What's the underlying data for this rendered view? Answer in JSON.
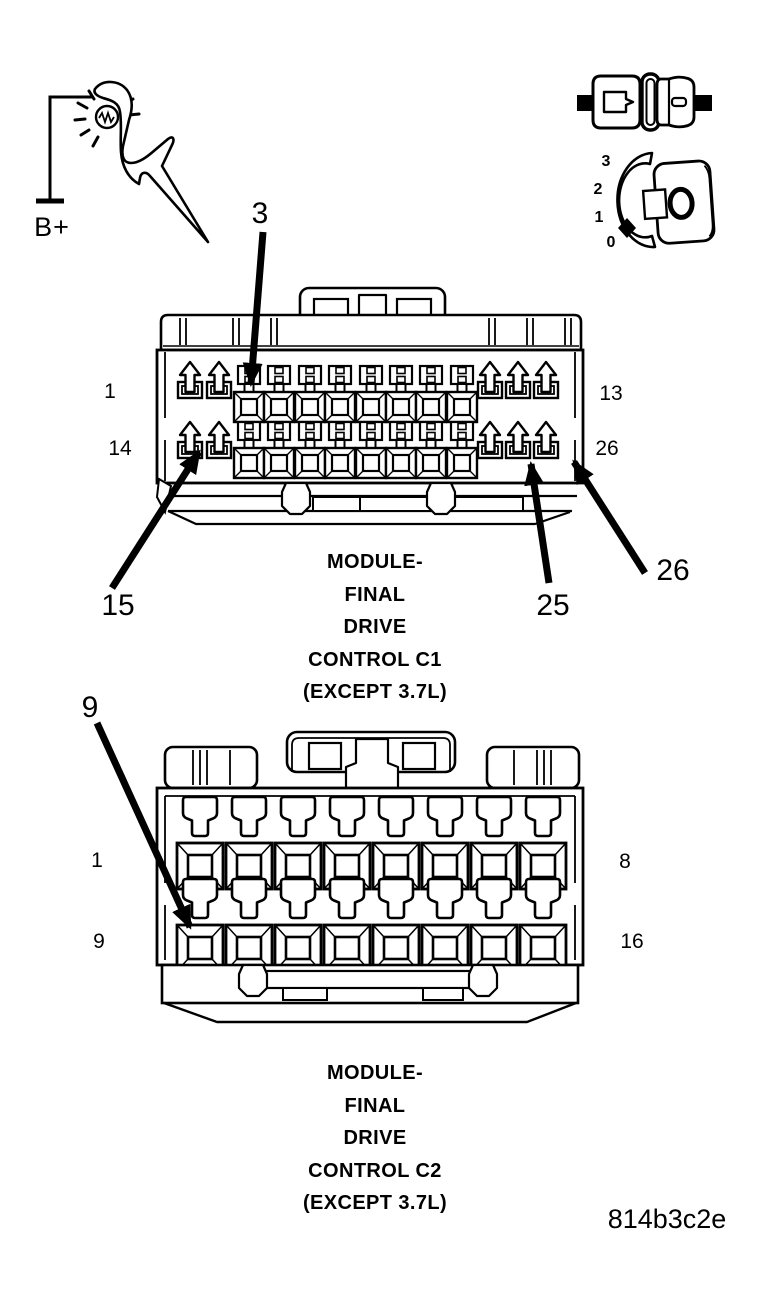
{
  "figure": {
    "code": "814b3c2e",
    "background": "#ffffff",
    "line_color": "#000000"
  },
  "battery": {
    "label": "B+"
  },
  "ignition": {
    "positions": [
      "3",
      "2",
      "1",
      "0"
    ]
  },
  "c1": {
    "title": [
      "MODULE-",
      "FINAL",
      "DRIVE",
      "CONTROL C1",
      "(EXCEPT 3.7L)"
    ],
    "rows": 2,
    "pins_per_row": 13,
    "pins": {
      "row1_first": "1",
      "row1_last": "13",
      "row2_first": "14",
      "row2_last": "26"
    },
    "callouts": {
      "c3": "3",
      "c15": "15",
      "c25": "25",
      "c26": "26"
    }
  },
  "c2": {
    "title": [
      "MODULE-",
      "FINAL",
      "DRIVE",
      "CONTROL C2",
      "(EXCEPT 3.7L)"
    ],
    "rows": 2,
    "pins_per_row": 8,
    "pins": {
      "row1_first": "1",
      "row1_last": "8",
      "row2_first": "9",
      "row2_last": "16"
    },
    "callouts": {
      "c9": "9"
    }
  }
}
